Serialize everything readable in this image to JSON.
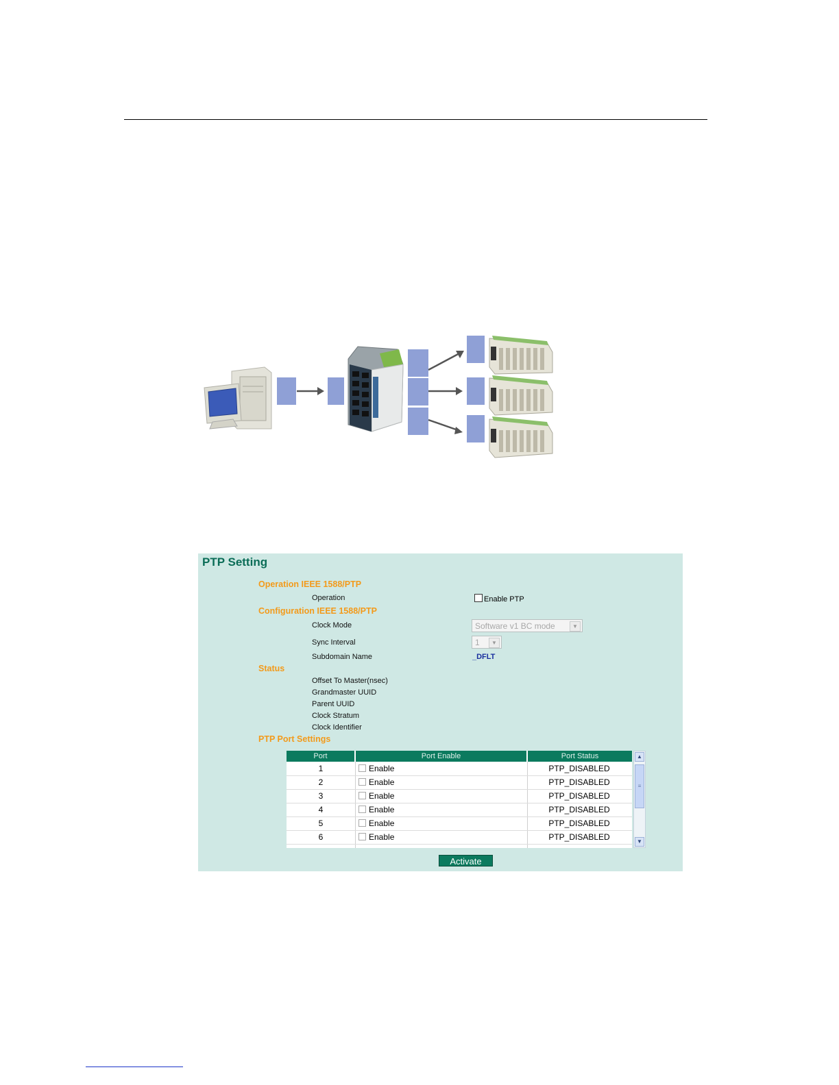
{
  "panel": {
    "title": "PTP Setting",
    "sections": {
      "operation": "Operation IEEE 1588/PTP",
      "configuration": "Configuration IEEE 1588/PTP",
      "status": "Status",
      "port_settings": "PTP Port Settings"
    },
    "operation_label": "Operation",
    "enable_ptp": {
      "label": "Enable PTP",
      "checked": false
    },
    "clock_mode": {
      "label": "Clock Mode",
      "value": "Software v1 BC mode"
    },
    "sync_interval": {
      "label": "Sync Interval",
      "value": "1"
    },
    "subdomain": {
      "label": "Subdomain Name",
      "value": "_DFLT"
    },
    "status_labels": {
      "offset": "Offset To Master(nsec)",
      "grandmaster": "Grandmaster UUID",
      "parent": "Parent UUID",
      "stratum": "Clock Stratum",
      "identifier": "Clock Identifier"
    },
    "table": {
      "headers": {
        "port": "Port",
        "enable": "Port Enable",
        "status": "Port Status"
      },
      "rows": [
        {
          "port": "1",
          "enable": "Enable",
          "status": "PTP_DISABLED"
        },
        {
          "port": "2",
          "enable": "Enable",
          "status": "PTP_DISABLED"
        },
        {
          "port": "3",
          "enable": "Enable",
          "status": "PTP_DISABLED"
        },
        {
          "port": "4",
          "enable": "Enable",
          "status": "PTP_DISABLED"
        },
        {
          "port": "5",
          "enable": "Enable",
          "status": "PTP_DISABLED"
        },
        {
          "port": "6",
          "enable": "Enable",
          "status": "PTP_DISABLED"
        }
      ]
    },
    "activate_label": "Activate"
  },
  "colors": {
    "panel_bg": "#cfe8e4",
    "title": "#0b6d57",
    "section": "#f39a1a",
    "table_header": "#0b7a5e",
    "subdomain_value": "#1a2f9e"
  },
  "icons": [
    "computer-icon",
    "switch-icon",
    "io-module-icon",
    "arrow-icon",
    "chevron-up-icon",
    "chevron-down-icon"
  ]
}
